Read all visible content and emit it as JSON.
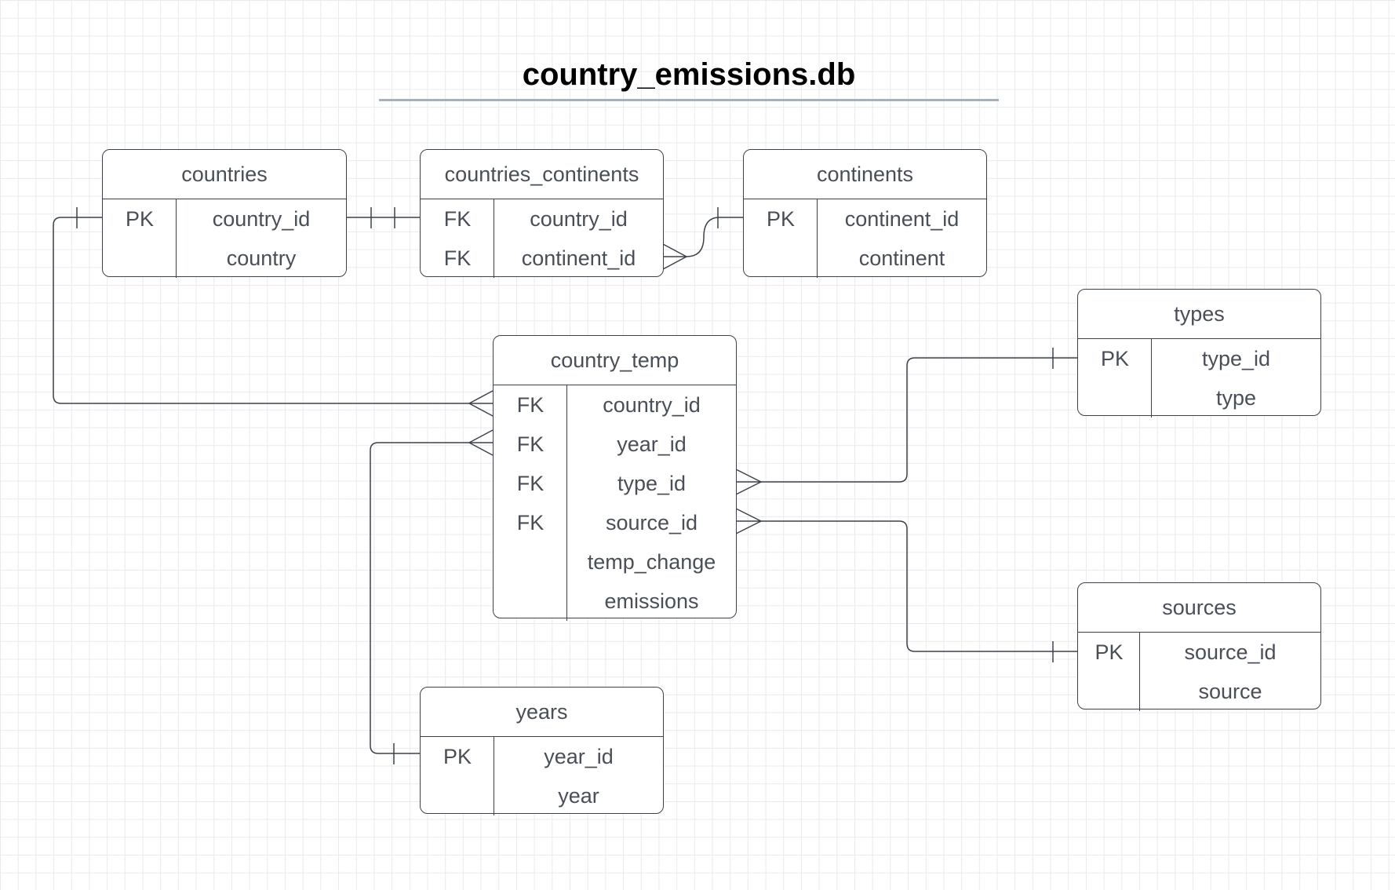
{
  "title": "country_emissions.db",
  "entities": {
    "countries": {
      "name": "countries",
      "rows": [
        {
          "key": "PK",
          "field": "country_id"
        },
        {
          "key": "",
          "field": "country"
        }
      ]
    },
    "countries_continents": {
      "name": "countries_continents",
      "rows": [
        {
          "key": "FK",
          "field": "country_id"
        },
        {
          "key": "FK",
          "field": "continent_id"
        }
      ]
    },
    "continents": {
      "name": "continents",
      "rows": [
        {
          "key": "PK",
          "field": "continent_id"
        },
        {
          "key": "",
          "field": "continent"
        }
      ]
    },
    "country_temp": {
      "name": "country_temp",
      "rows": [
        {
          "key": "FK",
          "field": "country_id"
        },
        {
          "key": "FK",
          "field": "year_id"
        },
        {
          "key": "FK",
          "field": "type_id"
        },
        {
          "key": "FK",
          "field": "source_id"
        },
        {
          "key": "",
          "field": "temp_change"
        },
        {
          "key": "",
          "field": "emissions"
        }
      ]
    },
    "types": {
      "name": "types",
      "rows": [
        {
          "key": "PK",
          "field": "type_id"
        },
        {
          "key": "",
          "field": "type"
        }
      ]
    },
    "sources": {
      "name": "sources",
      "rows": [
        {
          "key": "PK",
          "field": "source_id"
        },
        {
          "key": "",
          "field": "source"
        }
      ]
    },
    "years": {
      "name": "years",
      "rows": [
        {
          "key": "PK",
          "field": "year_id"
        },
        {
          "key": "",
          "field": "year"
        }
      ]
    }
  }
}
